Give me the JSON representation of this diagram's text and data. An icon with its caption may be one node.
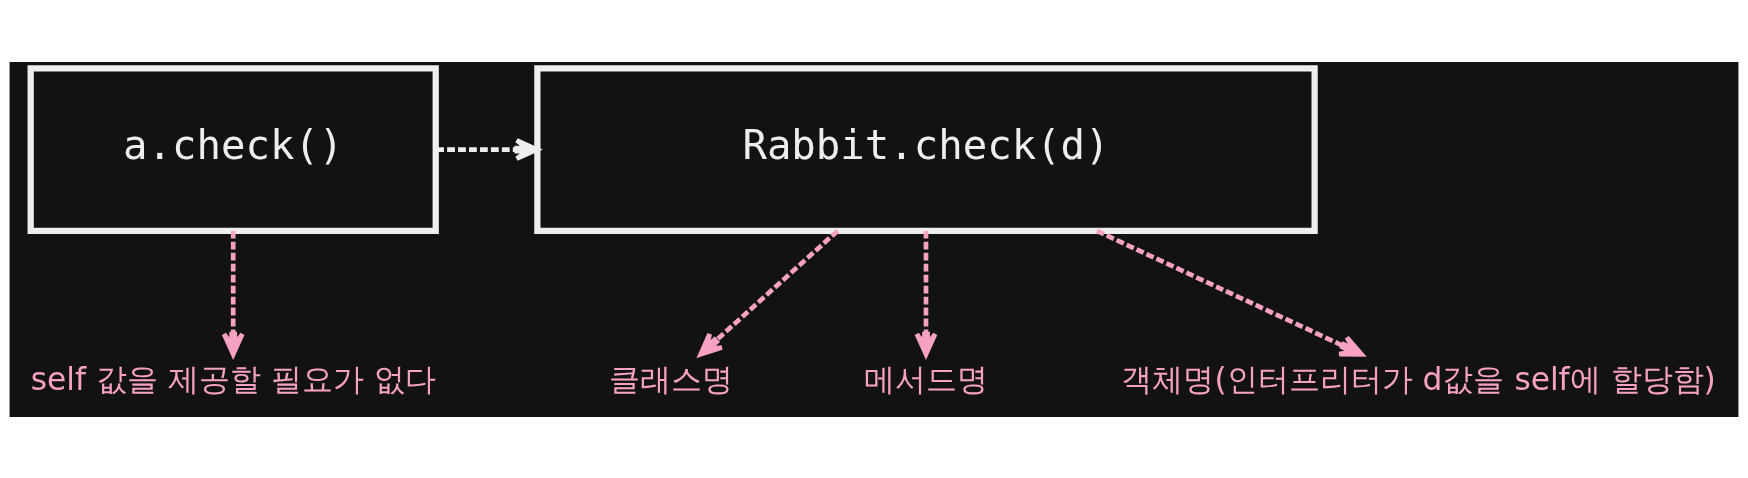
{
  "diagram": {
    "nodes": [
      {
        "text": [
          "a.check()"
        ]
      },
      {
        "text": [
          "Rabbit.check(d)"
        ]
      },
      {
        "text": [
          "self 값을 제공할 필요가 없다"
        ]
      },
      {
        "text": [
          "클래스명"
        ]
      },
      {
        "text": [
          "메서드명"
        ]
      },
      {
        "text": [
          "객체명(인터프리터가 d값을 self에 할당함)"
        ]
      }
    ],
    "edges": [
      {
        "from": 0,
        "to": 1,
        "arrow": "to",
        "style": "dashed",
        "color": "#eeeeee"
      },
      {
        "from": 0,
        "to": 2,
        "arrow": "to",
        "style": "dashed",
        "color": "#f7a1c4"
      },
      {
        "from": 1,
        "to": 3,
        "arrow": "to",
        "style": "dashed",
        "color": "#f7a1c4"
      },
      {
        "from": 1,
        "to": 4,
        "arrow": "to",
        "style": "dashed",
        "color": "#f7a1c4"
      },
      {
        "from": 1,
        "to": 5,
        "arrow": "to",
        "style": "dashed",
        "color": "#f7a1c4"
      }
    ]
  }
}
